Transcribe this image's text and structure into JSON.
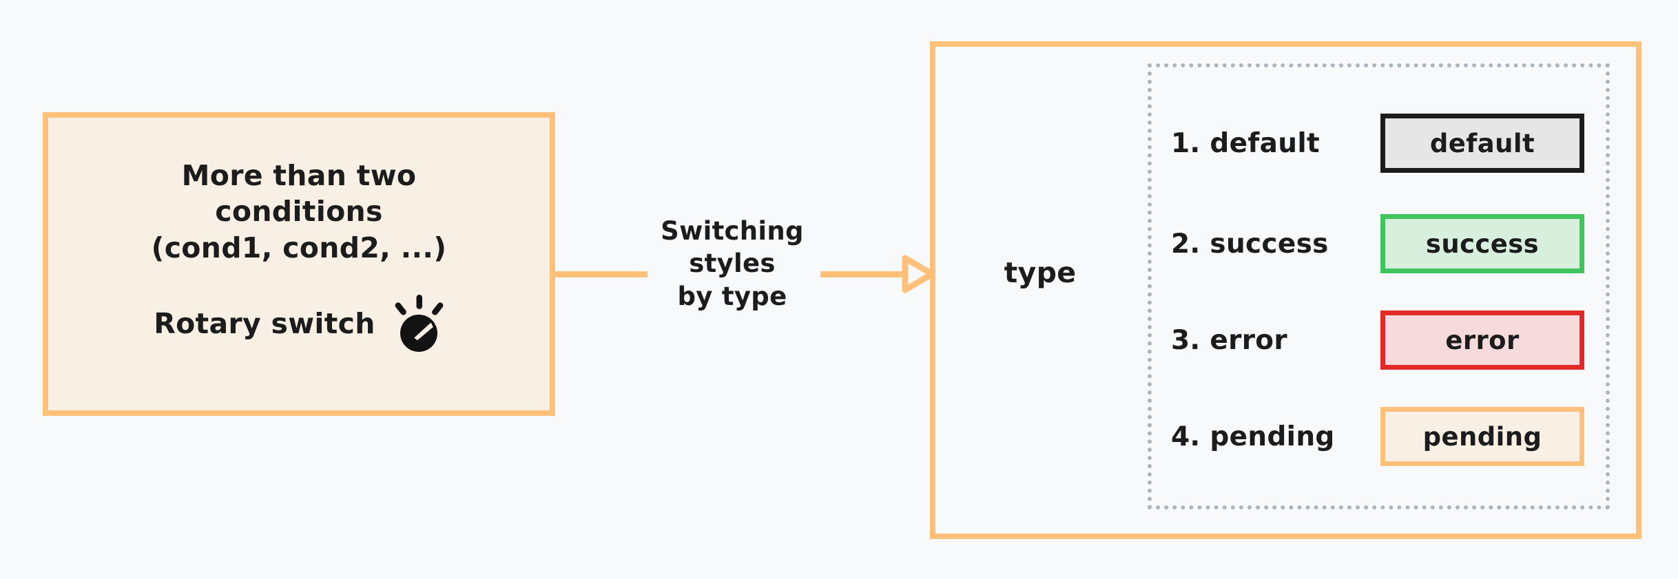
{
  "canvas": {
    "background": "#f7f9fb",
    "accent": "#ffc17a"
  },
  "source": {
    "title": "More than two\nconditions\n(cond1, cond2, ...)",
    "switch_label": "Rotary switch",
    "switch_icon": "rotary-switch-icon",
    "border_color": "#ffc17a",
    "fill_color": "#f8efe5"
  },
  "connector": {
    "label": "Switching\nstyles\nby type",
    "color": "#ffc17a",
    "arrowhead": "arrow-right-icon"
  },
  "target": {
    "axis_label": "type",
    "border_color": "#ffc17a",
    "dotted_border_color": "#adb5bd",
    "variants": [
      {
        "index": "1.",
        "label": "1. default",
        "chip_text": "default",
        "border_color": "#1c1c1c",
        "fill_color": "#e6e6e6"
      },
      {
        "index": "2.",
        "label": "2. success",
        "chip_text": "success",
        "border_color": "#3fc45e",
        "fill_color": "#d9efdd"
      },
      {
        "index": "3.",
        "label": "3. error",
        "chip_text": "error",
        "border_color": "#e32828",
        "fill_color": "#f7dadb"
      },
      {
        "index": "4.",
        "label": "4. pending",
        "chip_text": "pending",
        "border_color": "#ffc17a",
        "fill_color": "#f8efe5"
      }
    ]
  }
}
